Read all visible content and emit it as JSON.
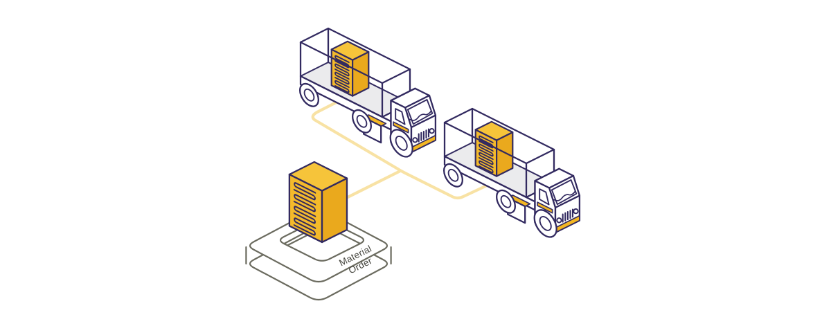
{
  "illustration": {
    "title": "Material order delivery logistics illustration",
    "platform": {
      "label_line1": "Material",
      "label_line2": "Order"
    },
    "trucks": [
      {
        "name": "delivery-truck-1",
        "cargo": "material-order-box"
      },
      {
        "name": "delivery-truck-2",
        "cargo": "material-order-box"
      }
    ],
    "connector": {
      "type": "elbow-line",
      "from": "material-order-platform",
      "to": "delivery-trucks"
    },
    "colors": {
      "outline_navy": "#322A60",
      "outline_gray": "#6B6B5F",
      "floor_gray": "#EBEBED",
      "box_yellow": "#F4BA2B",
      "box_yellow_dark": "#EAA91D",
      "box_yellow_top": "#F6C43A",
      "accent_yellow": "#F3B722",
      "connector_cream": "#F8E2A4",
      "label_gray": "#45453E",
      "background": "#FFFFFF"
    }
  }
}
